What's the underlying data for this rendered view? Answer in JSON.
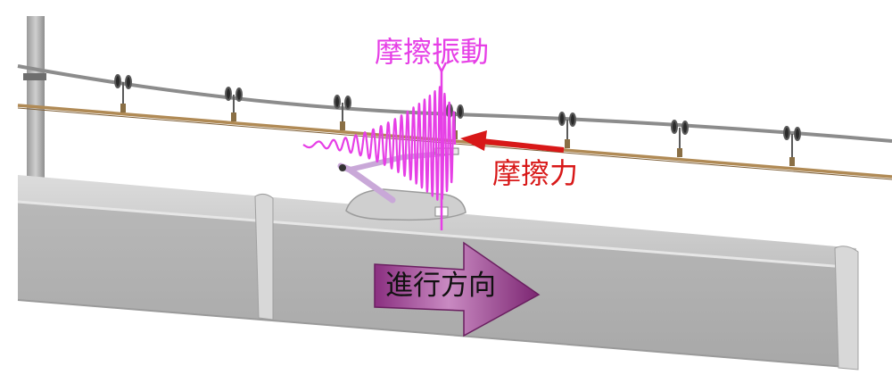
{
  "labels": {
    "vibration": "摩擦振動",
    "friction_force": "摩擦力",
    "direction": "進行方向"
  },
  "colors": {
    "vibration": "#e63fe6",
    "friction_force": "#d81818",
    "direction_text": "#111111",
    "direction_arrow": "#9a3b90",
    "car_body": "#b4b4b4",
    "contact_wire": "#b08a55",
    "messenger_wire": "#8c8c8c"
  },
  "icons": {
    "direction_arrow": "arrow-right-icon",
    "friction_arrow": "arrow-left-icon"
  }
}
